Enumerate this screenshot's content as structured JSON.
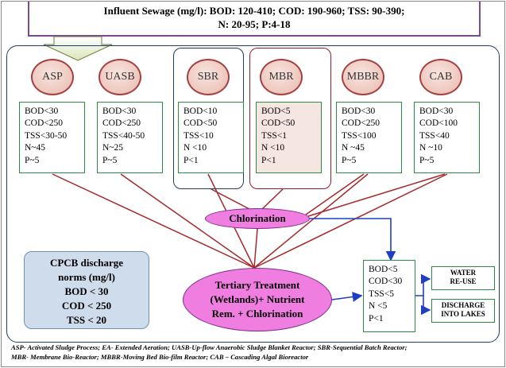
{
  "influent": {
    "line1": "Influent Sewage (mg/l):  BOD: 120-410;   COD: 190-960;  TSS: 90-390;",
    "line2": "N: 20-95;  P:4-18"
  },
  "processes": [
    {
      "name": "ASP",
      "params": [
        "BOD<30",
        "COD<250",
        "TSS<30-50",
        "N~45",
        "P~5"
      ]
    },
    {
      "name": "UASB",
      "params": [
        "BOD<30",
        "COD<250",
        "TSS<40-50",
        "N~25",
        "P~5"
      ]
    },
    {
      "name": "SBR",
      "params": [
        "BOD<10",
        "COD<50",
        "TSS<10",
        "N <10",
        "P<1"
      ]
    },
    {
      "name": "MBR",
      "params": [
        "BOD<5",
        "COD<50",
        "TSS<1",
        "N <10",
        "P<1"
      ]
    },
    {
      "name": "MBBR",
      "params": [
        "BOD<30",
        "COD<250",
        "TSS<100",
        "N ~45",
        "P~5"
      ]
    },
    {
      "name": "CAB",
      "params": [
        "BOD<30",
        "COD<100",
        "TSS<40",
        "N ~10",
        "P~5"
      ]
    }
  ],
  "chlorination": "Chlorination",
  "tertiary": {
    "line1": "Tertiary Treatment",
    "line2": "(Wetlands)+ Nutrient",
    "line3": "Rem. + Chlorination"
  },
  "cpcb": {
    "title1": "CPCB discharge",
    "title2": "norms (mg/l)",
    "bod": "BOD < 30",
    "cod": "COD < 250",
    "tss": "TSS < 20"
  },
  "final": [
    "BOD<5",
    "COD<30",
    "TSS<5",
    "N <5",
    "P<1"
  ],
  "outputs": {
    "reuse1": "WATER",
    "reuse2": "RE-USE",
    "discharge1": "DISCHARGE",
    "discharge2": "INTO LAKES"
  },
  "legend": {
    "line1": "ASP- Activated Sludge Process; EA- Extended Aeration; UASB-Up-flow Anaerobic Sludge Blanket Reactor; SBR-Sequential Batch Reactor;",
    "line2": "MBR- Membrane Bio-Reactor; MBBR-Moving Bed Bio-film Reactor; CAB – Cascading Algal Bioreactor"
  },
  "colors": {
    "connector": "#a5282a",
    "arrow": "#1f3fbf",
    "pill": "#f07ee0",
    "box_border": "#2e8b45"
  }
}
